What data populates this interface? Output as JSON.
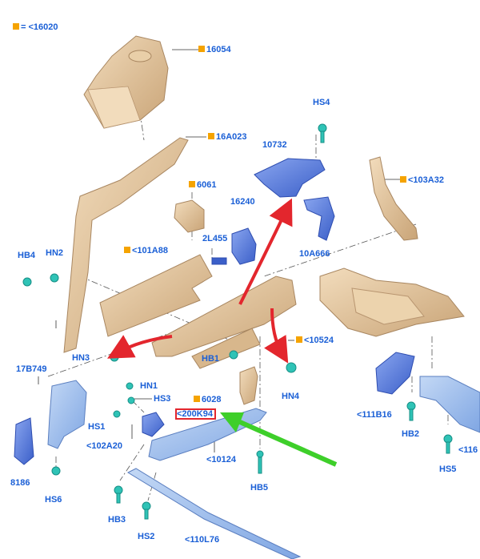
{
  "legend": {
    "text": "= <16020",
    "marker_color": "#f5a300"
  },
  "colors": {
    "part_tan": "#e0c39a",
    "part_blue_light": "#9fc0ee",
    "part_blue": "#5b7fd8",
    "fastener_teal": "#2fc3b6",
    "label": "#1a5fd6",
    "marker": "#f5a300",
    "highlight": "#e3262d",
    "arrow_red": "#e3262d",
    "arrow_green": "#3ecf2a"
  },
  "labels": {
    "l16054": "16054",
    "l16A023": "16A023",
    "l6061": "6061",
    "l101A88": "<101A88",
    "l10732": "10732",
    "lHS4": "HS4",
    "l103A32": "<103A32",
    "l16240": "16240",
    "l2L455": "2L455",
    "l10A666": "10A666",
    "lHB4": "HB4",
    "lHN2": "HN2",
    "lHN3": "HN3",
    "lHB1": "HB1",
    "l10524": "<10524",
    "l17B749": "17B749",
    "lHN1": "HN1",
    "lHS3": "HS3",
    "l6028": "6028",
    "l200K94": "<200K94",
    "lHN4": "HN4",
    "l111B16": "<111B16",
    "lHB2": "HB2",
    "l116": "<116",
    "lHS1": "HS1",
    "l102A20": "<102A20",
    "l10124": "<10124",
    "lHB5": "HB5",
    "lHS5": "HS5",
    "l8186": "8186",
    "lHS6": "HS6",
    "lHB3": "HB3",
    "lHS2": "HS2",
    "l110L76": "<110L76"
  }
}
